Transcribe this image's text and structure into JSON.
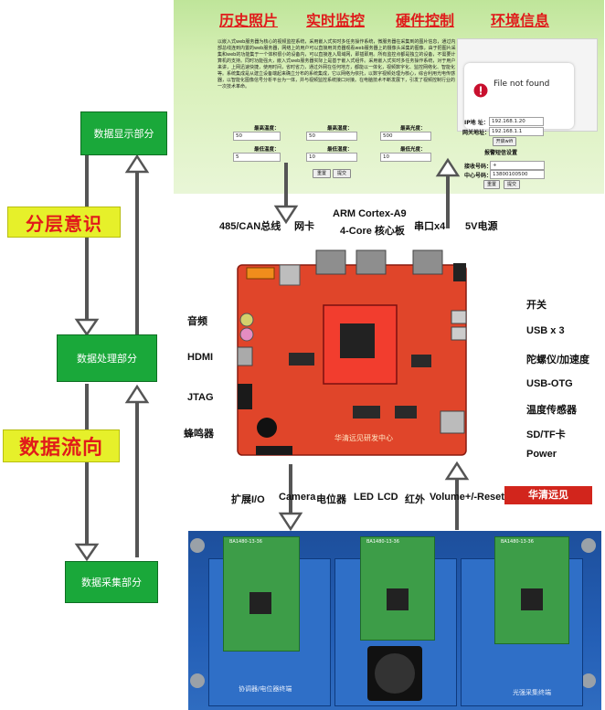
{
  "left_flow": {
    "display_label": "数据显示部分",
    "process_label": "数据处理部分",
    "collect_label": "数据采集部分",
    "layer_label": "分层意识",
    "flow_label": "数据流向"
  },
  "web": {
    "nav": [
      "历史照片",
      "实时监控",
      "硬件控制",
      "环境信息"
    ],
    "intro": "以嵌入式web服务器为核心的视频监控系统，采用嵌入式实时多任务操作系统，微服务器在采集到的图片信息，通过内部总线连到内置的web服务器，网络上的用户可以直接用浏览器观看web服务器上的摄像头采集的图像，由于把图片采集和web的功能集于一个体积很小的设备内，可以直接连入局域网，即插即用。所有监控点都是独立的设备，不需要计算机的支持。同时功能强大，嵌入式web服务器实际上是基于嵌入式组件。采用嵌入式实时多任务操作系统，对于用户来讲，上网迅速快捷，使用时间，省时省力，通过外网在任何地方，都能以一体化，视频数字化、监控网络化、智能化等。系统集成是从建立设备端起来确立分布的系统集成，它以网络为依托，以数字视频处理为核心，综合利用光电传感器，以智能化图像信号分析平台为一体，并与视频监控系统接口对接。在电脑技术不断发展下，引发了视频控制行业的一次技术革命。",
    "row1": [
      {
        "label": "最高温度：",
        "value": "50"
      },
      {
        "label": "最高湿度：",
        "value": "50"
      },
      {
        "label": "最高光度：",
        "value": "500"
      }
    ],
    "row2": [
      {
        "label": "最低温度：",
        "value": "5"
      },
      {
        "label": "最低湿度：",
        "value": "10"
      },
      {
        "label": "最低光度：",
        "value": "10"
      }
    ],
    "reset_label": "重置",
    "submit_label": "提交",
    "ip_label": "IP地 址：",
    "ip_value": "192.168.1.20",
    "gateway_label": "网关地址：",
    "gateway_value": "192.168.1.1",
    "wifi_label": "开启wifi",
    "alarm_title": "报警短信设置",
    "phone_label": "接收号码：",
    "phone_value": "+",
    "center_label": "中心号码：",
    "center_value": "13800100500",
    "file_not_found": "File not found"
  },
  "board": {
    "top_labels": [
      "485/CAN总线",
      "网卡",
      "ARM Cortex-A9",
      "4-Core 核心板",
      "串口x4",
      "5V电源"
    ],
    "left_labels": [
      "音频",
      "HDMI",
      "JTAG",
      "蜂鸣器"
    ],
    "right_labels": [
      "开关",
      "USB x 3",
      "陀螺仪/加速度",
      "USB-OTG",
      "温度传感器",
      "SD/TF卡",
      "Power"
    ],
    "bottom_labels": [
      "扩展I/O",
      "Camera",
      "电位器",
      "LED",
      "LCD",
      "红外",
      "Volume+/-",
      "Reset"
    ],
    "silk_text": "华清远见研发中心",
    "logo_text": "华清远见"
  },
  "photo": {
    "module_text": "BA1480-13-36",
    "panel_left": "协调器/电位器终端",
    "panel_right": "光强采集终端"
  },
  "colors": {
    "green_box": "#1aa83a",
    "yellow_box": "#e6f02a",
    "label_red": "#e11a1a",
    "board_red": "#e0452a",
    "arrow_gray": "#555555"
  }
}
